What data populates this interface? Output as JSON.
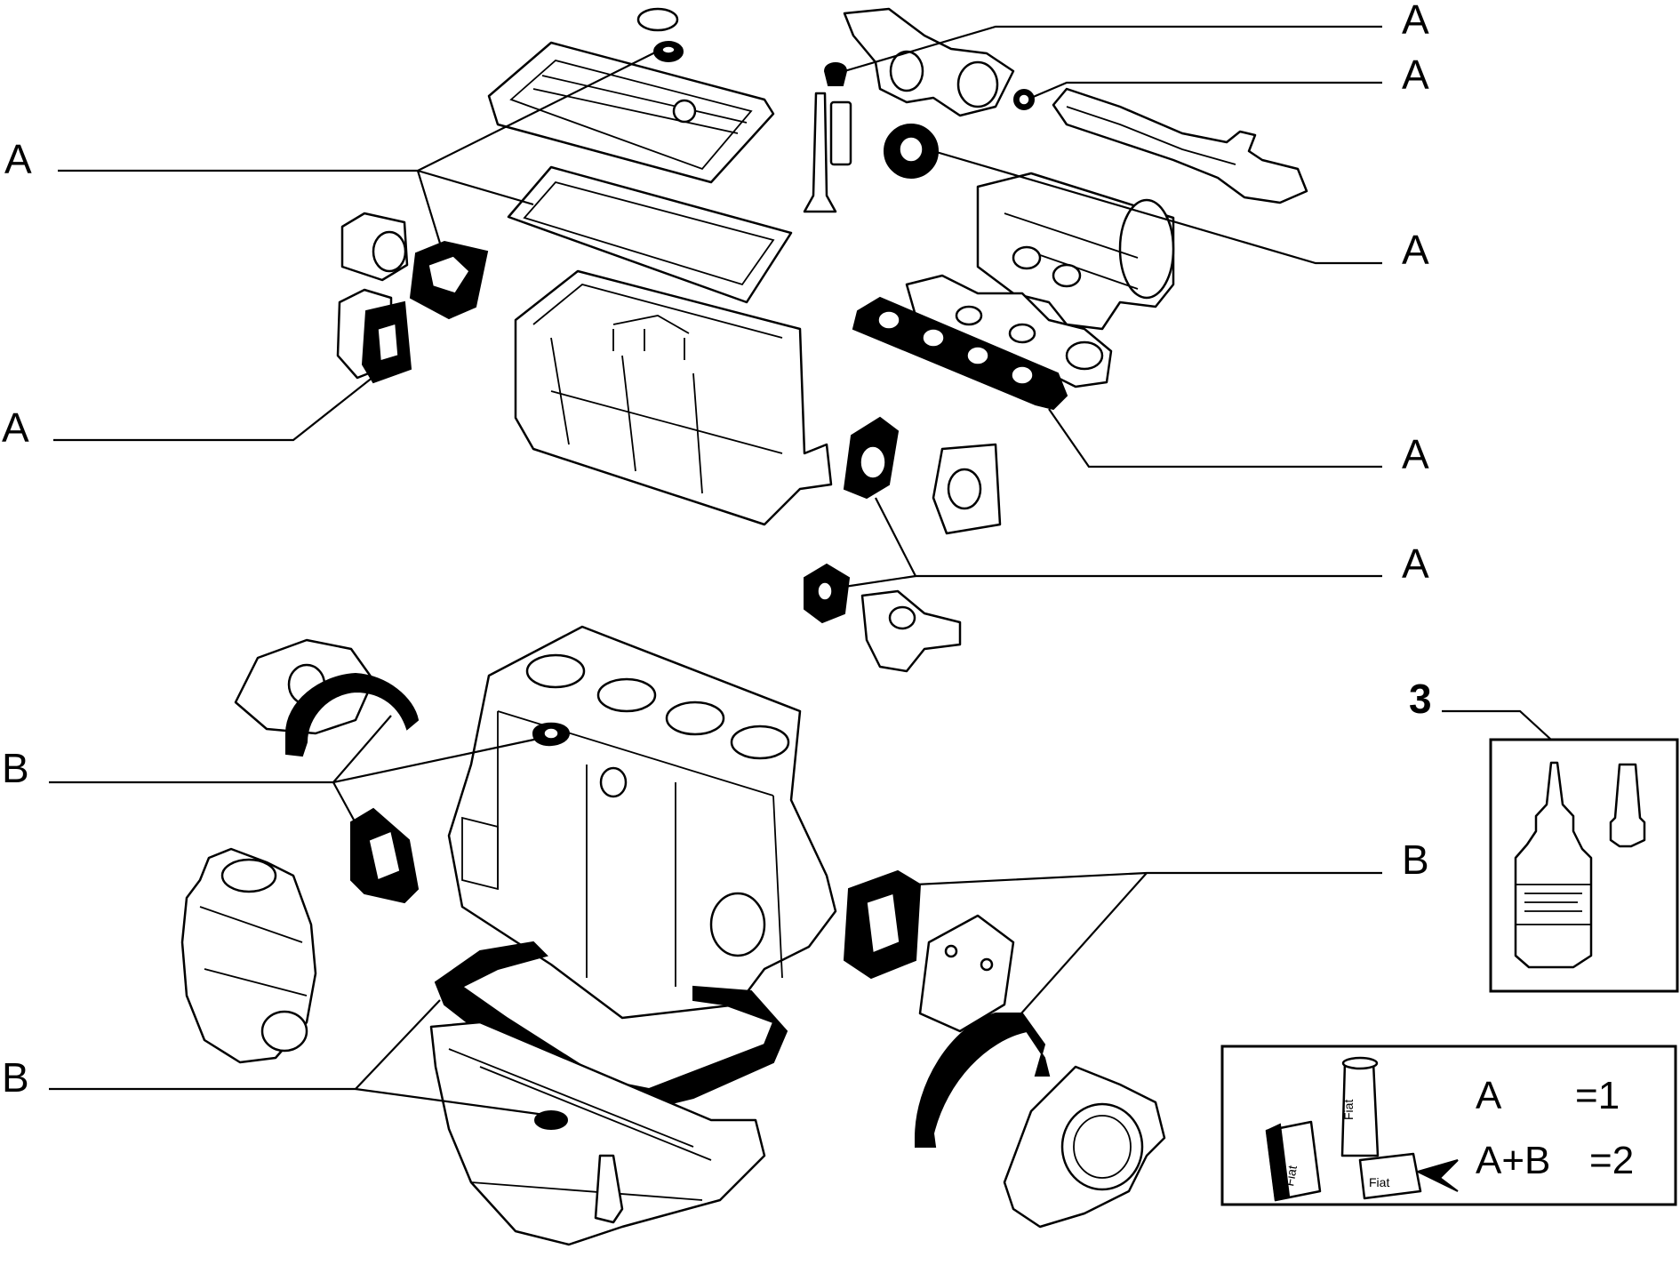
{
  "callouts": {
    "a1": "A",
    "a2": "A",
    "a3": "A",
    "a4": "A",
    "a5": "A",
    "a6": "A",
    "a7": "A",
    "b1": "B",
    "b2": "B",
    "b3": "B",
    "kit3": "3"
  },
  "legend": {
    "row1_left": "A",
    "row1_right": "=1",
    "row2_left": "A+B",
    "row2_right": "=2",
    "brand_tube": "Fiat",
    "brand_box1": "Fiat",
    "brand_box2": "Fiat"
  },
  "colors": {
    "ink": "#000000",
    "paper": "#ffffff"
  }
}
